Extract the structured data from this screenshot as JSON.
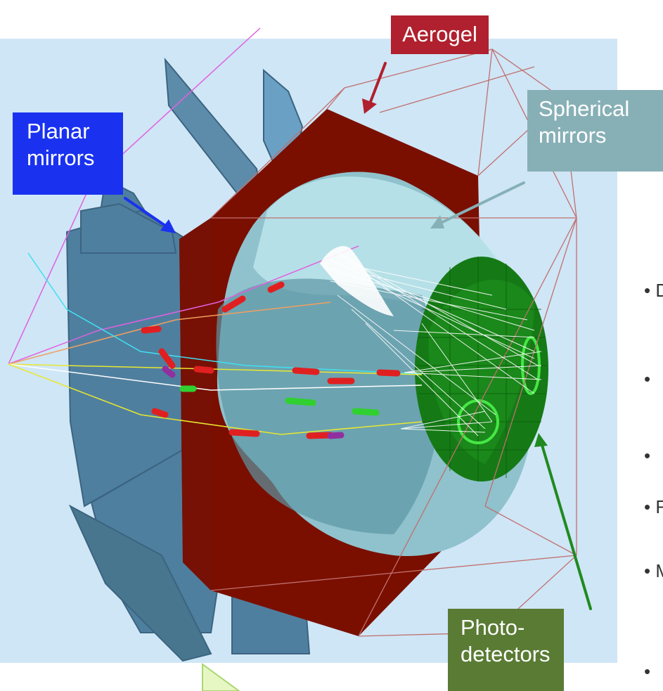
{
  "labels": {
    "aerogel": "Aerogel",
    "spherical_line1": "Spherical",
    "spherical_line2": "mirrors",
    "planar_line1": "Planar",
    "planar_line2": "mirrors",
    "photo_line1": "Photo-",
    "photo_line2": "detectors"
  },
  "bullets": [
    "• D",
    "•",
    "•",
    "•  F",
    "• M",
    "•"
  ],
  "colors": {
    "background_panel": "#cfe6f6",
    "aerogel": "#7a0f00",
    "spherical_mirror": "#9fd2dc",
    "photodetector": "#1a7a1a",
    "planar_mirror": "#4f7f9f"
  }
}
